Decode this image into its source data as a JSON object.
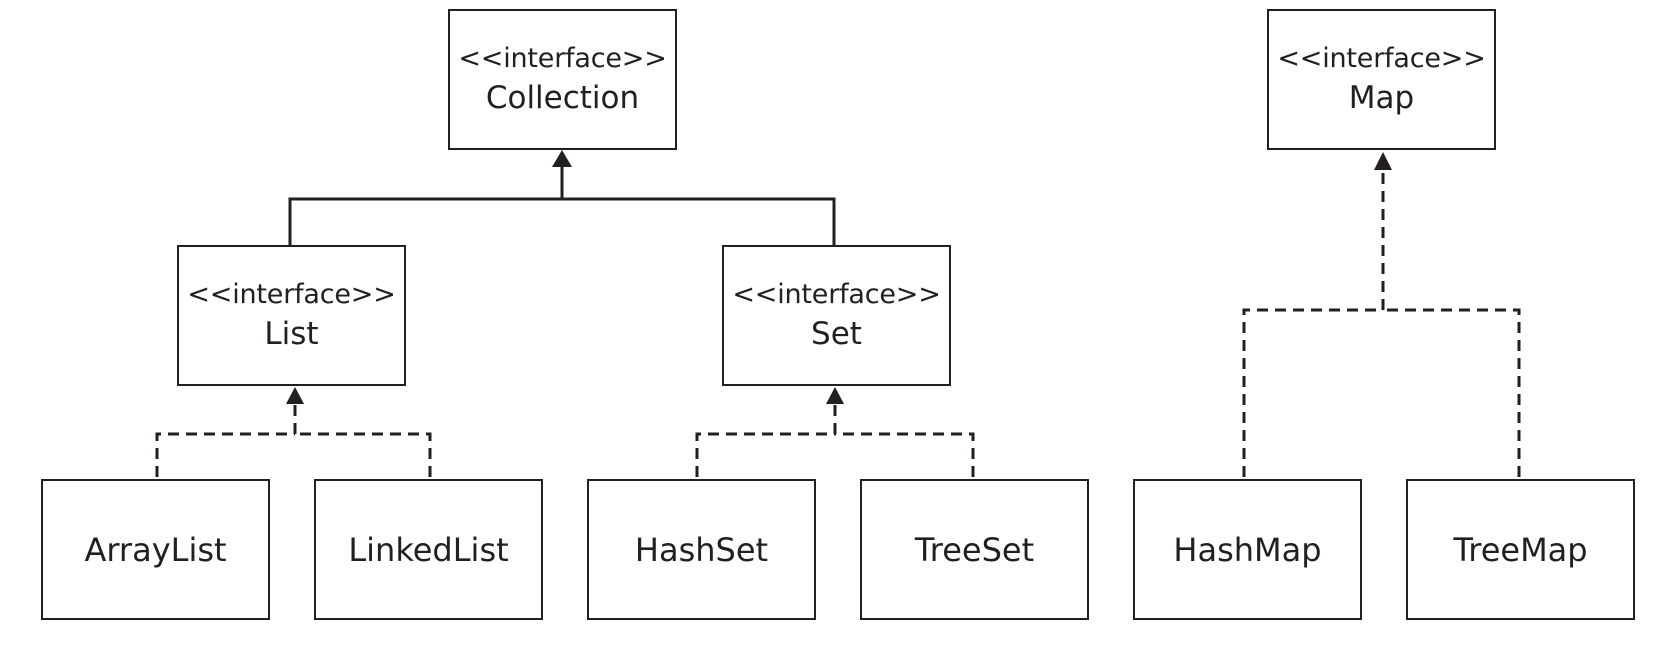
{
  "diagram": {
    "stereotype": "<<interface>>",
    "interfaces": {
      "collection": "Collection",
      "map": "Map",
      "list": "List",
      "set": "Set"
    },
    "classes": {
      "arraylist": "ArrayList",
      "linkedlist": "LinkedList",
      "hashset": "HashSet",
      "treeset": "TreeSet",
      "hashmap": "HashMap",
      "treemap": "TreeMap"
    },
    "relations": [
      {
        "from": "List",
        "to": "Collection",
        "kind": "extends",
        "style": "solid"
      },
      {
        "from": "Set",
        "to": "Collection",
        "kind": "extends",
        "style": "solid"
      },
      {
        "from": "ArrayList",
        "to": "List",
        "kind": "implements",
        "style": "dashed"
      },
      {
        "from": "LinkedList",
        "to": "List",
        "kind": "implements",
        "style": "dashed"
      },
      {
        "from": "HashSet",
        "to": "Set",
        "kind": "implements",
        "style": "dashed"
      },
      {
        "from": "TreeSet",
        "to": "Set",
        "kind": "implements",
        "style": "dashed"
      },
      {
        "from": "HashMap",
        "to": "Map",
        "kind": "implements",
        "style": "dashed"
      },
      {
        "from": "TreeMap",
        "to": "Map",
        "kind": "implements",
        "style": "dashed"
      }
    ],
    "colors": {
      "stroke": "#231f20",
      "background": "#ffffff"
    }
  }
}
